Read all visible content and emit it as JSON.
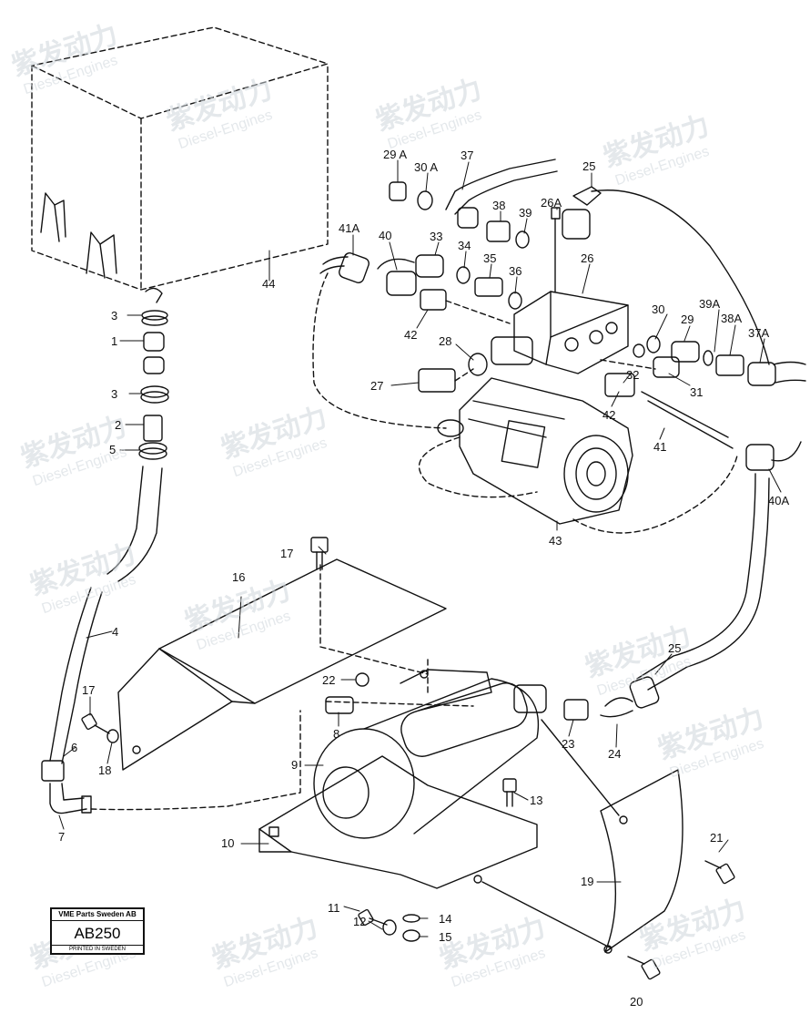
{
  "watermark": {
    "text_cn": "紫发动力",
    "text_en": "Diesel-Engines"
  },
  "reference_box": {
    "header": "VME Parts Sweden AB",
    "code": "AB250",
    "footer": "PRINTED IN SWEDEN"
  },
  "callouts": {
    "c1": "1",
    "c2": "2",
    "c3a": "3",
    "c3b": "3",
    "c4": "4",
    "c5": "5",
    "c6": "6",
    "c7": "7",
    "c8": "8",
    "c9": "9",
    "c10": "10",
    "c11": "11",
    "c12": "12",
    "c13": "13",
    "c14": "14",
    "c15": "15",
    "c16": "16",
    "c17a": "17",
    "c17b": "17",
    "c18": "18",
    "c19": "19",
    "c20": "20",
    "c21": "21",
    "c22": "22",
    "c23": "23",
    "c24": "24",
    "c25a": "25",
    "c25b": "25",
    "c26": "26",
    "c26A": "26A",
    "c27": "27",
    "c28": "28",
    "c29": "29",
    "c29A": "29 A",
    "c30": "30",
    "c30A": "30 A",
    "c31": "31",
    "c32": "32",
    "c33": "33",
    "c34": "34",
    "c35": "35",
    "c36": "36",
    "c37": "37",
    "c37A": "37A",
    "c38": "38",
    "c38A": "38A",
    "c39": "39",
    "c39A": "39A",
    "c40": "40",
    "c40A": "40A",
    "c41": "41",
    "c41A": "41A",
    "c42a": "42",
    "c42b": "42",
    "c43": "43",
    "c44": "44"
  }
}
